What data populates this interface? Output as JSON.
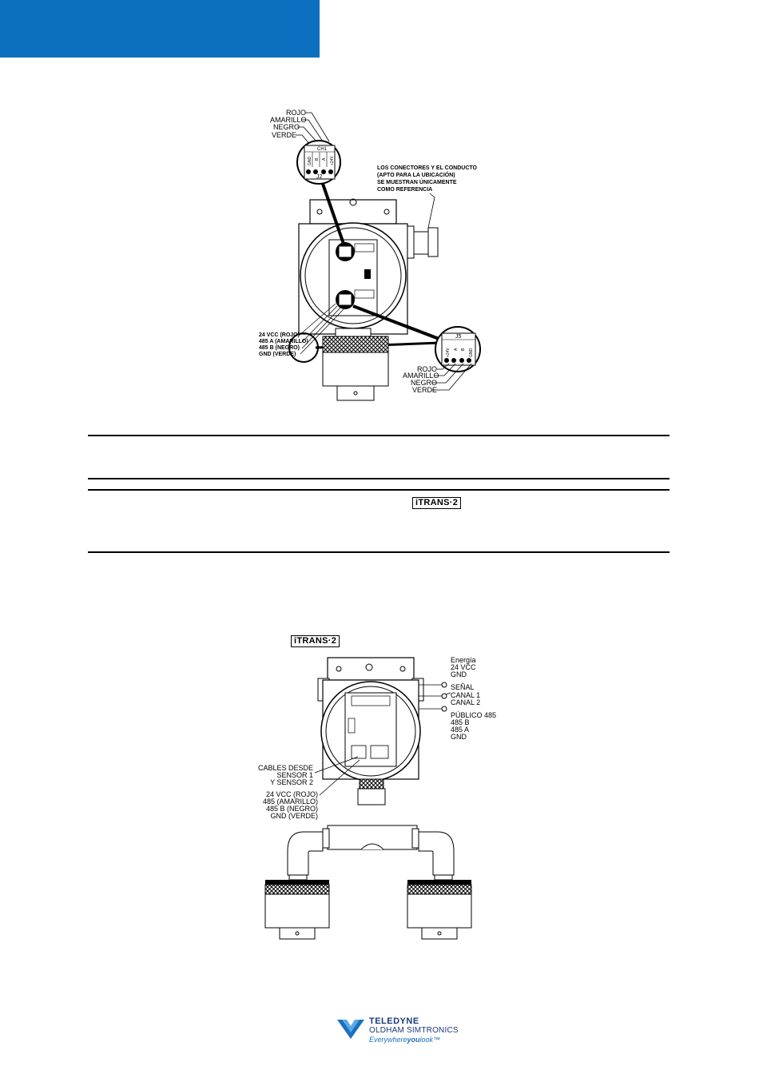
{
  "brand": {
    "header_color": "#0d6fbf",
    "logo_line1": "TELEDYNE",
    "logo_line2": "OLDHAM SIMTRONICS",
    "logo_tagline_prefix": "Everywhere",
    "logo_tagline_bold": "you",
    "logo_tagline_suffix": "look",
    "logo_tagline_mark": "™"
  },
  "product_badge": "iTRANS·2",
  "figure1": {
    "top_wire_labels": [
      "ROJO",
      "AMARILLO",
      "NEGRO",
      "VERDE"
    ],
    "top_connector_name": "J2",
    "top_connector_top": "CH1",
    "top_pins": [
      "GND",
      "B",
      "A",
      "+24V"
    ],
    "note_lines": [
      "LOS CONECTORES Y EL CONDUCTO",
      "(APTO PARA LA UBICACIÓN)",
      "SE MUESTRAN ÚNICAMENTE",
      "COMO REFERENCIA"
    ],
    "left_labels": [
      "24 VCC (ROJO)",
      "485 A (AMARILLO)",
      "485 B (NEGRO)",
      "GND (VERDE)"
    ],
    "right_connector_name": "J5",
    "right_pins": [
      "+24V",
      "A",
      "B",
      "GND"
    ],
    "bottom_wire_labels": [
      "ROJO",
      "AMARILLO",
      "NEGRO",
      "VERDE"
    ]
  },
  "figure2": {
    "right_labels": [
      "Energía",
      "24 VCC",
      "GND",
      "SEÑAL",
      "CANAL 1",
      "CANAL 2",
      "PÚBLICO 485",
      "485 B",
      "485 A",
      "GND"
    ],
    "left_labels_a": [
      "CABLES DESDE",
      "SENSOR 1",
      "Y SENSOR 2"
    ],
    "left_labels_b": [
      "24 VCC (ROJO)",
      "485 (AMARILLO)",
      "485 B (NEGRO)",
      "GND (VERDE)"
    ]
  }
}
